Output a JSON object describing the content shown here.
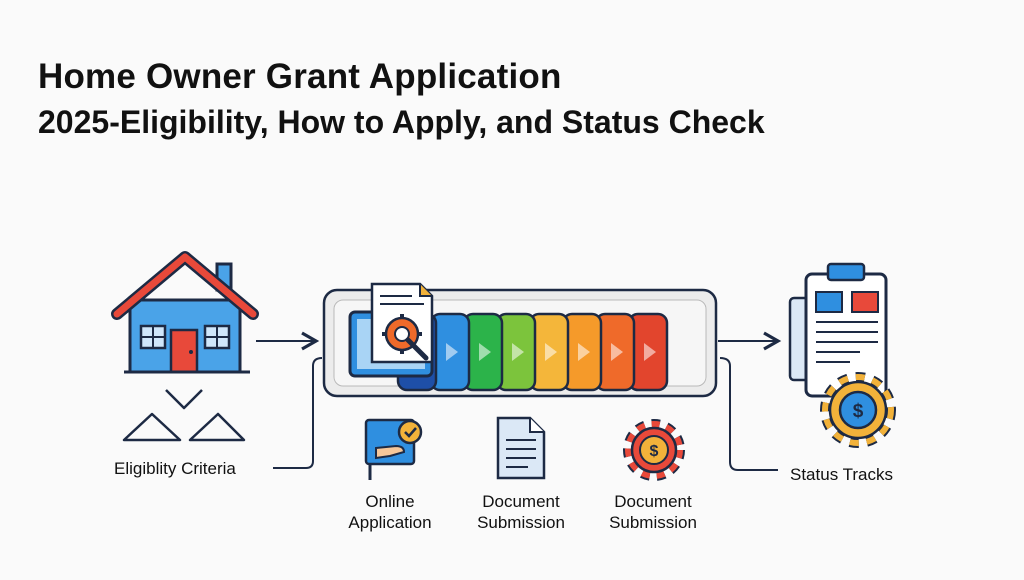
{
  "header": {
    "title": "Home Owner Grant Application",
    "subtitle": "2025-Eligibility, How to Apply, and Status Check"
  },
  "labels": {
    "eligibility": "Eligiblity Criteria",
    "online_line1": "Online",
    "online_line2": "Application",
    "doc1_line1": "Document",
    "doc1_line2": "Submission",
    "doc2_line1": "Document",
    "doc2_line2": "Submission",
    "status": "Status Tracks"
  },
  "icons": {
    "house": "house-icon",
    "chevrons": "chevron-down-icon",
    "document_gear": "document-gear-icon",
    "online": "online-application-icon",
    "document": "document-icon",
    "dollar_gear": "dollar-gear-icon",
    "clipboard": "clipboard-icon",
    "status_gear": "dollar-gear-icon"
  },
  "progress_segments": [
    "#1e4fa8",
    "#2f8fe0",
    "#2cb34a",
    "#7cc43c",
    "#f4b63a",
    "#f59a2a",
    "#ef6a2a",
    "#e2452d"
  ],
  "colors": {
    "outline": "#1d2a44",
    "house_blue": "#4aa3e8",
    "roof_red": "#e8493a",
    "door_red": "#e8493a",
    "gold": "#f2b23a"
  }
}
